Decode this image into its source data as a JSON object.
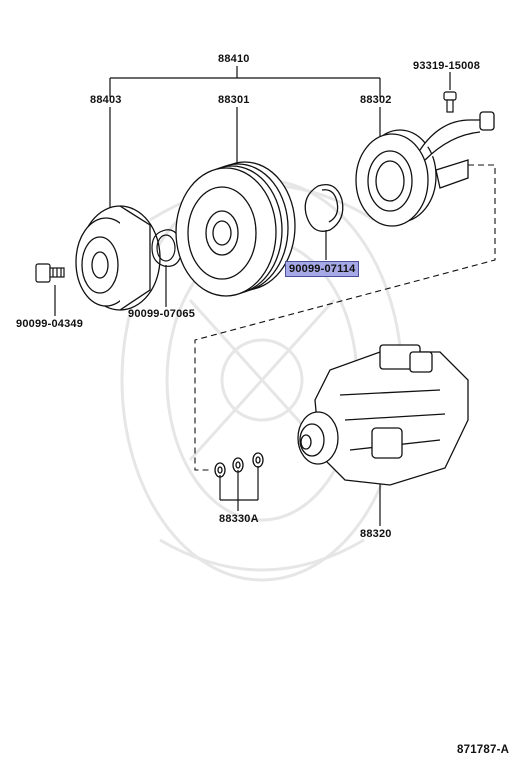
{
  "callouts": [
    {
      "id": "assembly",
      "text": "88410"
    },
    {
      "id": "hub",
      "text": "88403"
    },
    {
      "id": "pulley",
      "text": "88301"
    },
    {
      "id": "coil",
      "text": "88302"
    },
    {
      "id": "coil_bolt",
      "text": "93319-15008"
    },
    {
      "id": "bolt",
      "text": "90099-04349"
    },
    {
      "id": "shim",
      "text": "90099-07065"
    },
    {
      "id": "snap_ring",
      "text": "90099-07114",
      "highlighted": true,
      "highlight_color": "#a6a9e6"
    },
    {
      "id": "washers",
      "text": "88330A"
    },
    {
      "id": "compressor",
      "text": "88320"
    }
  ],
  "figure_ref": "871787-A"
}
